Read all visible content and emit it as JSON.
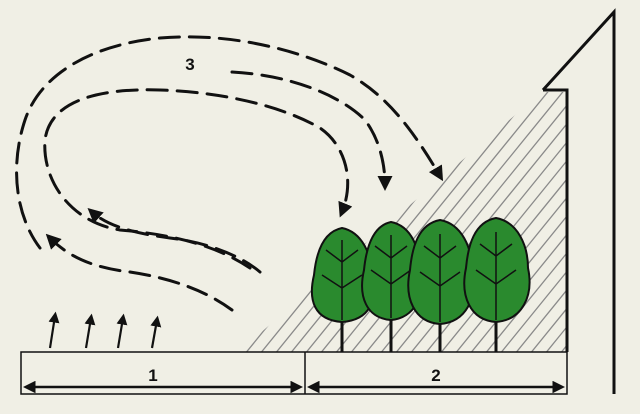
{
  "diagram": {
    "background": "#f0efe5",
    "tree_color": "#2a8a2e",
    "line_color": "#111111",
    "hatch_color": "#8a8a8a",
    "labels": {
      "zone_1": "1",
      "zone_2": "2",
      "airflow": "3"
    }
  }
}
